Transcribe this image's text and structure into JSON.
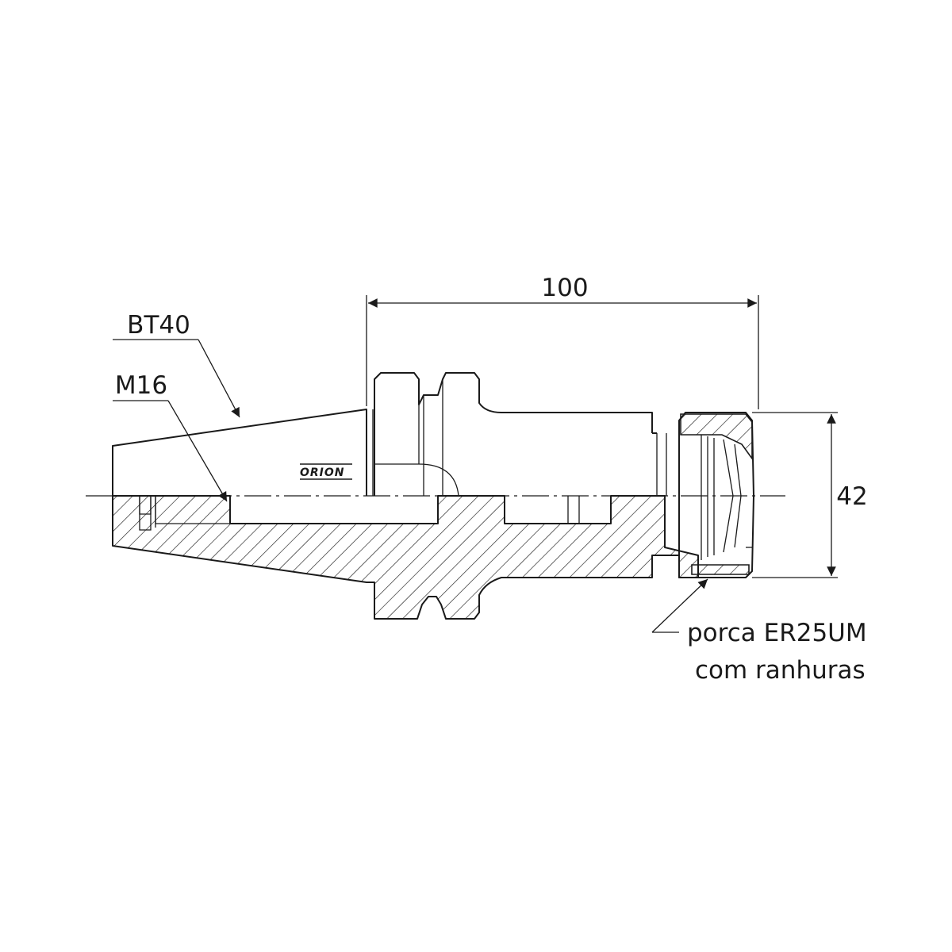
{
  "labels": {
    "taper": "BT40",
    "thread": "M16",
    "length_dimension": "100",
    "diameter_dimension": "42",
    "nut_line1": "porca ER25UM",
    "nut_line2": "com ranhuras",
    "brand": "ORION"
  },
  "colors": {
    "line": "#1a1a1a",
    "background": "#ffffff"
  }
}
